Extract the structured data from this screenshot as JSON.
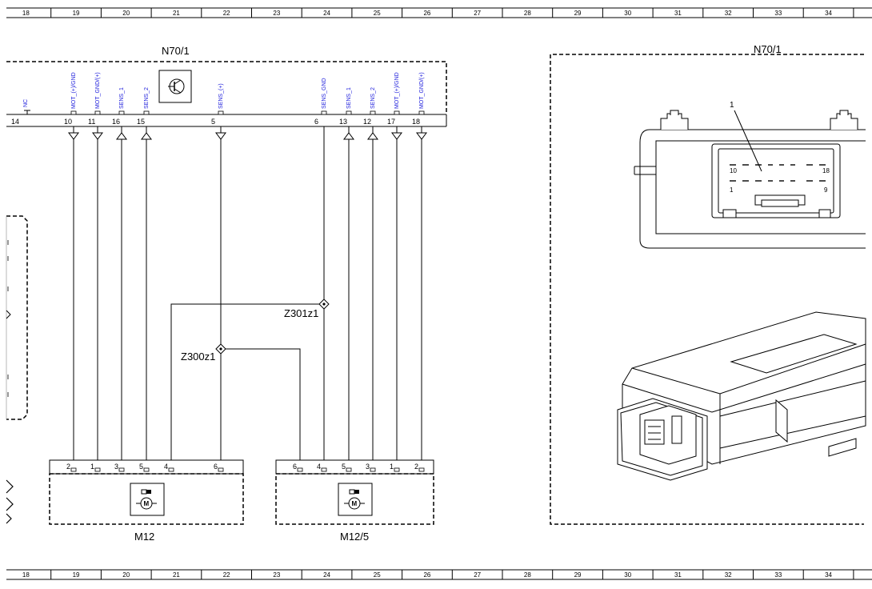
{
  "ruler": [
    "18",
    "19",
    "20",
    "21",
    "22",
    "23",
    "24",
    "25",
    "26",
    "27",
    "28",
    "29",
    "30",
    "31",
    "32",
    "33",
    "34"
  ],
  "control_unit": {
    "label": "N70/1",
    "nc_label": "NC",
    "pins": [
      {
        "num": "14",
        "signal": ""
      },
      {
        "num": "10",
        "signal": "MOT_(+)/GND"
      },
      {
        "num": "11",
        "signal": "MOT_GND/(+)"
      },
      {
        "num": "16",
        "signal": "SENS_1"
      },
      {
        "num": "15",
        "signal": "SENS_2"
      },
      {
        "num": "5",
        "signal": "SENS_(+)"
      },
      {
        "num": "6",
        "signal": "SENS_GND"
      },
      {
        "num": "13",
        "signal": "SENS_1"
      },
      {
        "num": "12",
        "signal": "SENS_2"
      },
      {
        "num": "17",
        "signal": "MOT_(+)/GND"
      },
      {
        "num": "18",
        "signal": "MOT_GND/(+)"
      }
    ]
  },
  "splices": [
    "Z301z1",
    "Z300z1"
  ],
  "motors": [
    {
      "label": "M12",
      "pins": [
        "2",
        "1",
        "3",
        "5",
        "4",
        "6"
      ]
    },
    {
      "label": "M12/5",
      "pins": [
        "6",
        "4",
        "5",
        "3",
        "1",
        "2"
      ]
    }
  ],
  "component_view": {
    "label": "N70/1",
    "callout": "1",
    "connector_pins": {
      "top_left": "10",
      "top_right": "18",
      "bottom_left": "1",
      "bottom_right": "9"
    }
  },
  "motor_symbol": "M"
}
